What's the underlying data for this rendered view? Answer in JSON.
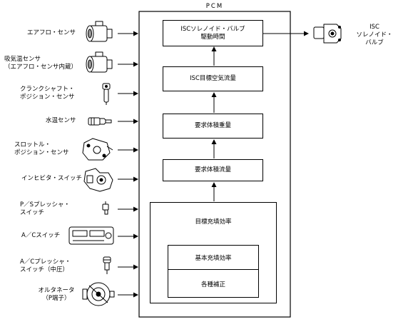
{
  "pcm_label": "PCM",
  "sensors": [
    {
      "label": "エアフロ・センサ",
      "icon": "air-flow-sensor-icon"
    },
    {
      "label": "吸気温センサ\n（エアフロ・センサ内蔵）",
      "icon": "intake-air-temp-sensor-icon"
    },
    {
      "label": "クランクシャフト・\nポジション・センサ",
      "icon": "crankshaft-position-sensor-icon"
    },
    {
      "label": "水温センサ",
      "icon": "coolant-temp-sensor-icon"
    },
    {
      "label": "スロットル・\nポジション・センサ",
      "icon": "throttle-position-sensor-icon"
    },
    {
      "label": "インヒビタ・スイッチ",
      "icon": "inhibitor-switch-icon"
    },
    {
      "label": "P／Sプレッシャ・\nスイッチ",
      "icon": "ps-pressure-switch-icon"
    },
    {
      "label": "A／Cスイッチ",
      "icon": "ac-switch-icon"
    },
    {
      "label": "A／Cプレッシャ・\nスイッチ（中圧）",
      "icon": "ac-pressure-switch-icon"
    },
    {
      "label": "オルタネータ\n（P端子）",
      "icon": "alternator-icon"
    }
  ],
  "blocks": {
    "isc_time": "ISCソレノイド・バルブ\n駆動時間",
    "isc_target_air": "ISC目標空気流量",
    "req_volume_weight": "要求体積重量",
    "req_volume_flow": "要求体積流量",
    "target_charge": "目標充填効率",
    "base_charge": "基本充填効率",
    "corrections": "各種補正"
  },
  "output": {
    "label": "ISC\nソレノイド・\nバルブ",
    "icon": "isc-solenoid-valve-icon"
  }
}
